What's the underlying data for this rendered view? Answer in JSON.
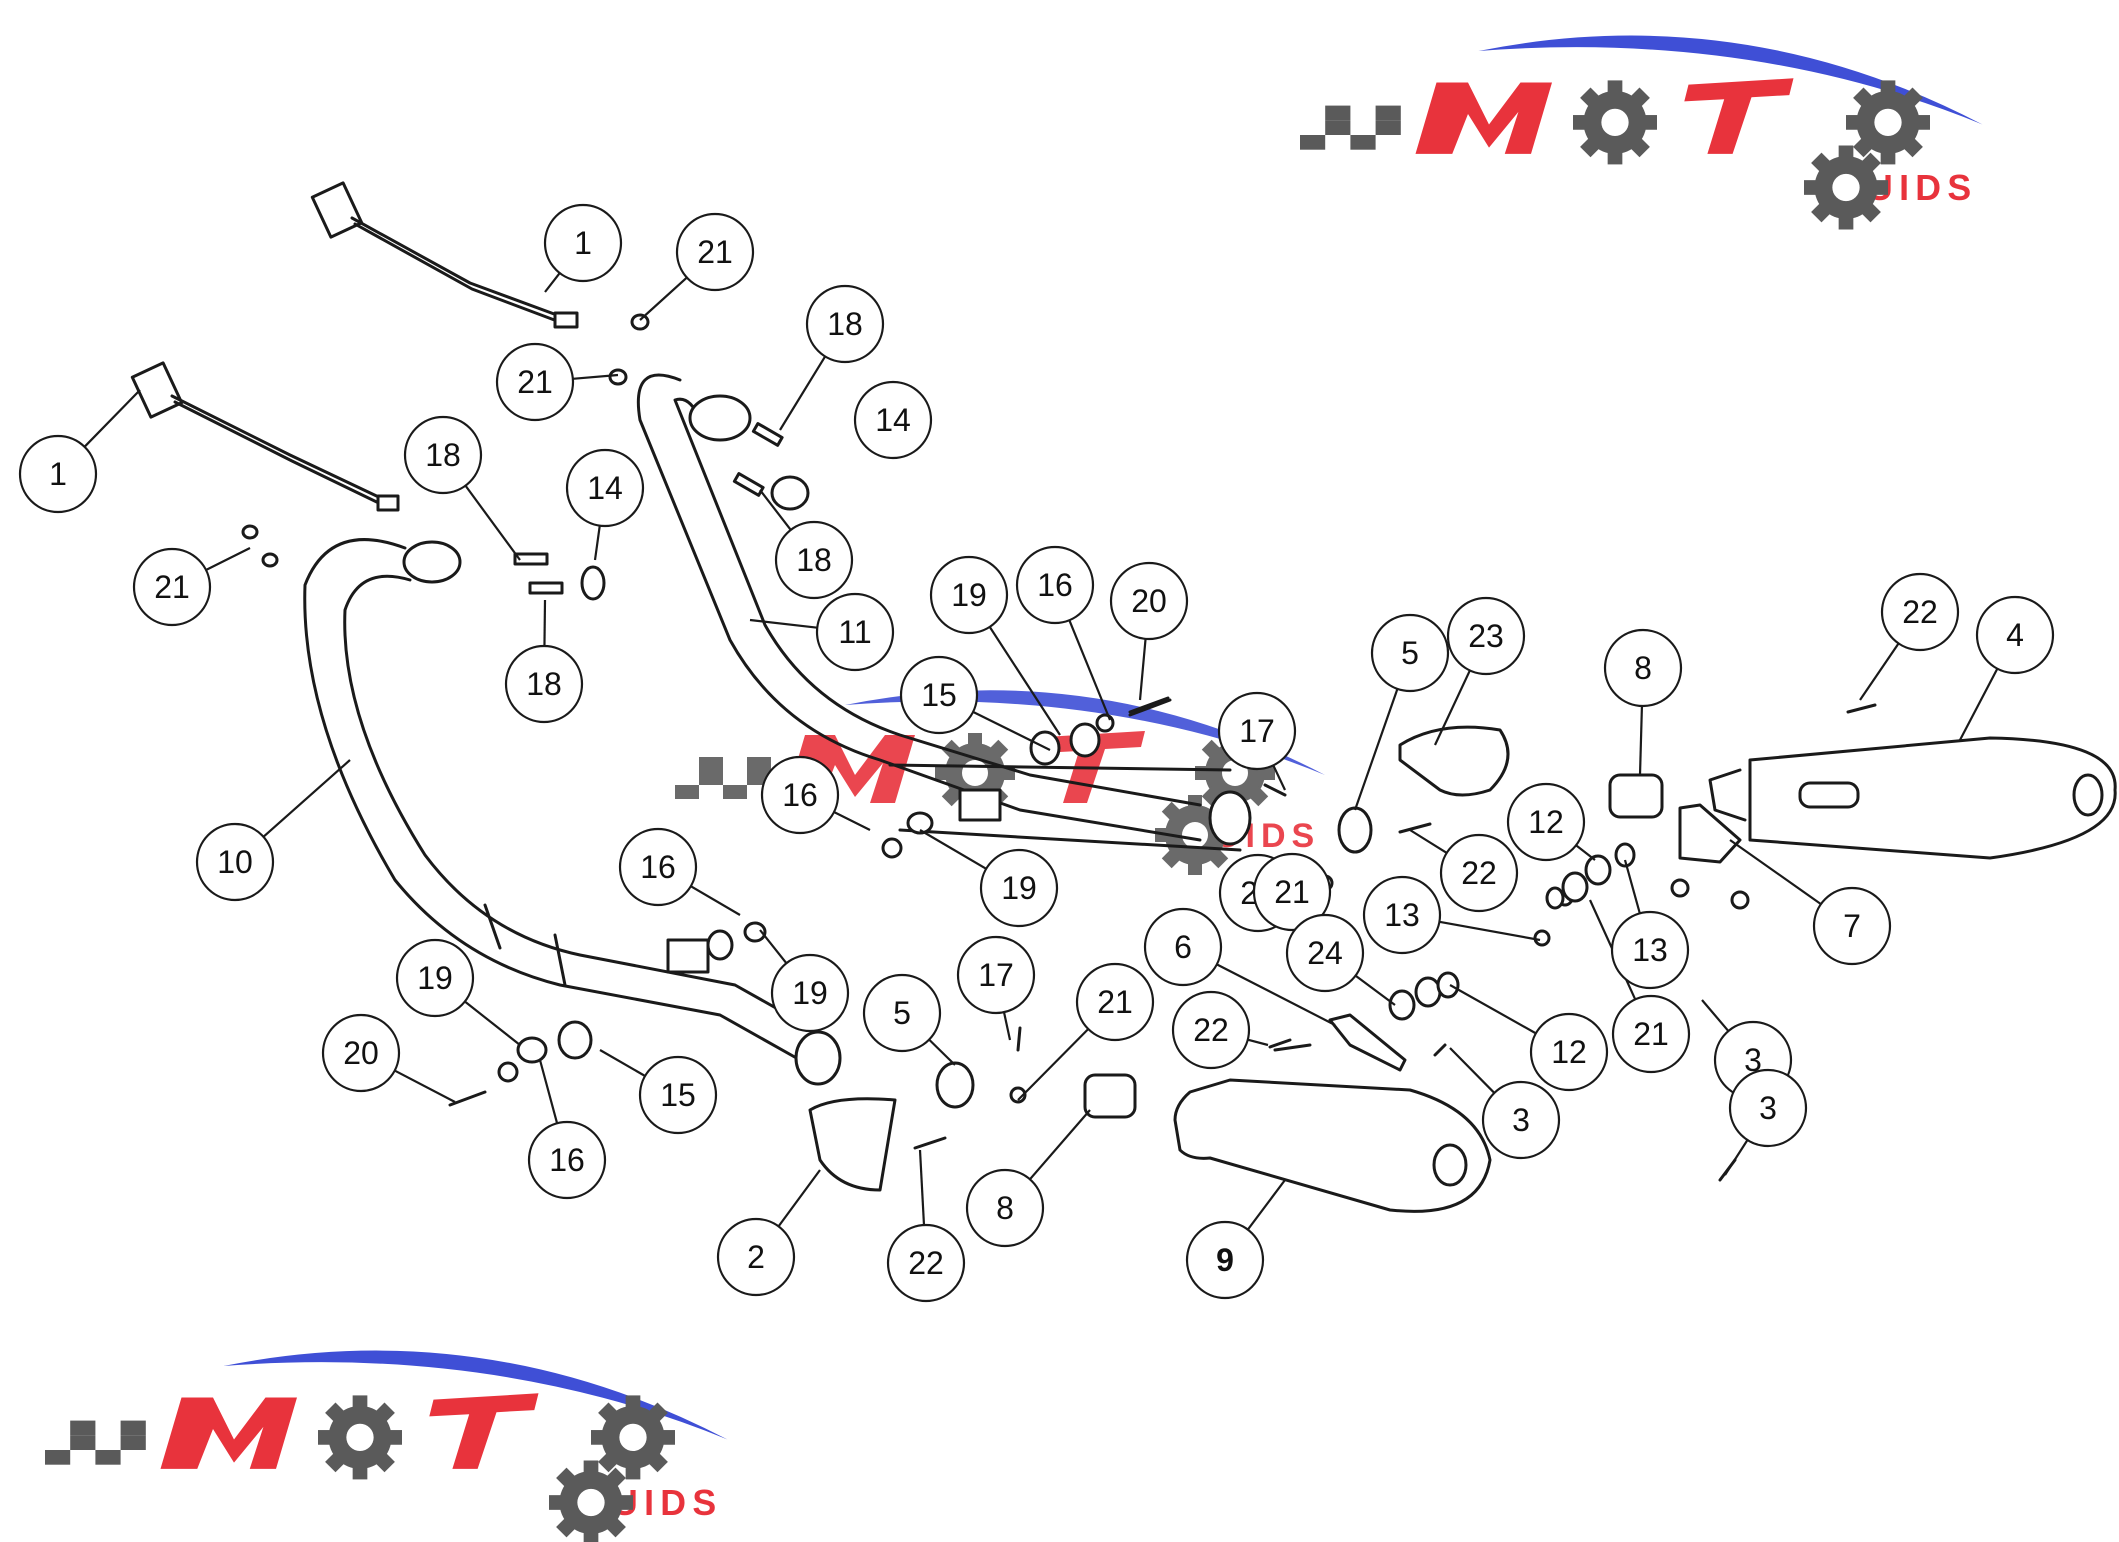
{
  "watermark": {
    "brand": "MOTO GUIDS",
    "colors": {
      "red": "#e8333c",
      "blue": "#3f4fd6",
      "gray": "#5a5a5a"
    }
  },
  "callouts": [
    {
      "label": "1"
    },
    {
      "label": "1"
    },
    {
      "label": "2"
    },
    {
      "label": "3"
    },
    {
      "label": "3"
    },
    {
      "label": "3"
    },
    {
      "label": "4"
    },
    {
      "label": "5"
    },
    {
      "label": "5"
    },
    {
      "label": "6"
    },
    {
      "label": "7"
    },
    {
      "label": "8"
    },
    {
      "label": "8"
    },
    {
      "label": "9"
    },
    {
      "label": "10"
    },
    {
      "label": "11"
    },
    {
      "label": "12"
    },
    {
      "label": "12"
    },
    {
      "label": "13"
    },
    {
      "label": "13"
    },
    {
      "label": "14"
    },
    {
      "label": "14"
    },
    {
      "label": "15"
    },
    {
      "label": "15"
    },
    {
      "label": "16"
    },
    {
      "label": "16"
    },
    {
      "label": "16"
    },
    {
      "label": "16"
    },
    {
      "label": "17"
    },
    {
      "label": "17"
    },
    {
      "label": "18"
    },
    {
      "label": "18"
    },
    {
      "label": "18"
    },
    {
      "label": "18"
    },
    {
      "label": "19"
    },
    {
      "label": "19"
    },
    {
      "label": "19"
    },
    {
      "label": "19"
    },
    {
      "label": "20"
    },
    {
      "label": "20"
    },
    {
      "label": "21"
    },
    {
      "label": "21"
    },
    {
      "label": "21"
    },
    {
      "label": "21"
    },
    {
      "label": "21"
    },
    {
      "label": "21"
    },
    {
      "label": "21"
    },
    {
      "label": "22"
    },
    {
      "label": "22"
    },
    {
      "label": "22"
    },
    {
      "label": "22"
    },
    {
      "label": "23"
    },
    {
      "label": "24"
    }
  ]
}
